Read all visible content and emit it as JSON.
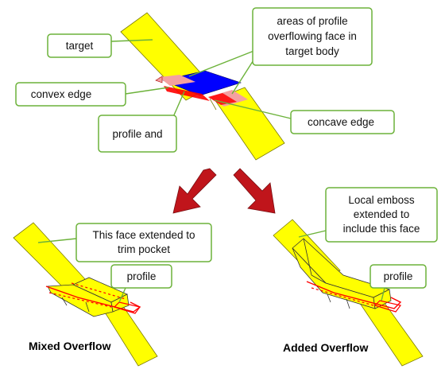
{
  "colors": {
    "body_fill": "#FFFF00",
    "callout_border": "#6CB23A",
    "callout_fill": "#FFFFFF",
    "leader_line": "#6CB23A",
    "arrow_fill": "#C0151B",
    "profile_fill": "#0000FF",
    "overflow_fill": "#FF0000",
    "profile_outline": "#FF0000"
  },
  "icons": [
    "down-left-arrow-icon",
    "down-right-arrow-icon"
  ],
  "top_diagram": {
    "callouts": {
      "target": "target",
      "areas_line1": "areas of profile",
      "areas_line2": "overflowing face in",
      "areas_line3": "target body",
      "convex_edge": "convex edge",
      "profile": "profile and",
      "concave_edge": "concave edge"
    }
  },
  "bottom_left": {
    "callout_line1": "This face extended to",
    "callout_line2": "trim pocket",
    "profile_label": "profile",
    "caption": "Mixed Overflow"
  },
  "bottom_right": {
    "callout_line1": "Local emboss",
    "callout_line2": "extended to",
    "callout_line3": "include this face",
    "profile_label": "profile",
    "caption": "Added Overflow"
  }
}
